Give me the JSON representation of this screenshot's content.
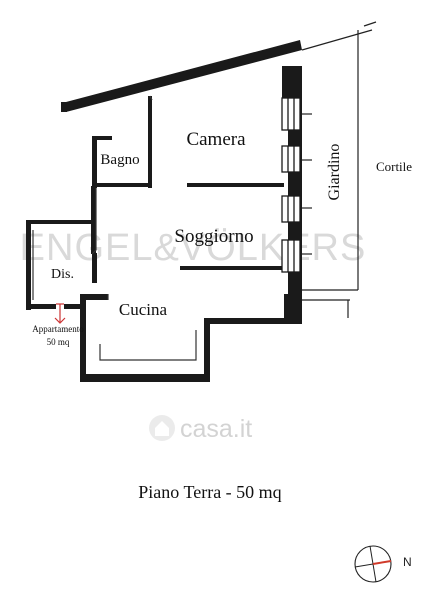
{
  "rooms": {
    "camera": "Camera",
    "bagno": "Bagno",
    "soggiorno": "Soggiorno",
    "cucina": "Cucina",
    "dis": "Dis."
  },
  "areas": {
    "giardino": "Giardino",
    "cortile": "Cortile"
  },
  "neighbor": {
    "line1": "Appartamento",
    "line2": "50 mq"
  },
  "floor_title": "Piano Terra - 50 mq",
  "watermarks": {
    "agency": "ENGEL&VÖLKERS",
    "portal": "casa.it"
  },
  "compass": {
    "north_label": "N"
  },
  "colors": {
    "wall": "#1a1a1a",
    "background": "#ffffff",
    "compass_needle": "#d03a2a"
  }
}
